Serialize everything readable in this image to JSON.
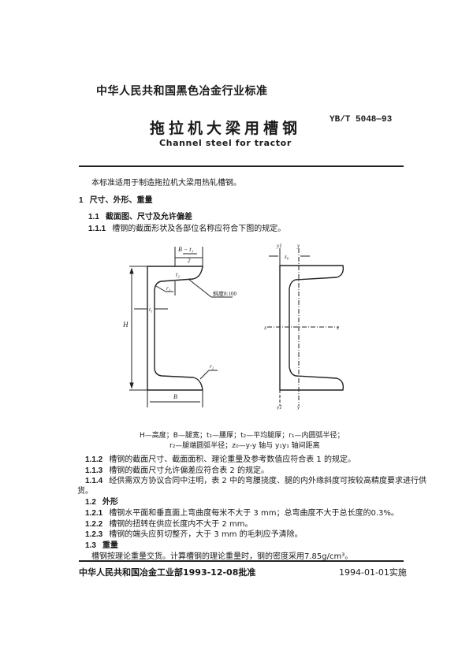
{
  "header": {
    "organization": "中华人民共和国黑色冶金行业标准",
    "title": "拖拉机大梁用槽钢",
    "standard_number": "YB/T 5048—93",
    "english_title": "Channel steel for tractor"
  },
  "body": {
    "intro": "本标准适用于制造拖拉机大梁用热轧槽钢。",
    "section_1": {
      "number": "1",
      "title": "尺寸、外形、重量"
    },
    "section_1_1": {
      "number": "1.1",
      "title": "截面图、尺寸及允许偏差"
    },
    "clause_1_1_1": {
      "number": "1.1.1",
      "text": "槽钢的截面形状及各部位名称应符合下图的规定。"
    },
    "figure": {
      "left_labels": {
        "half_width": "B − t₁",
        "half_den": "2",
        "t2": "t₂",
        "r1": "r₁",
        "slope": "斜度8:100",
        "t1": "t₁",
        "H": "H",
        "B": "B",
        "r2": "r₂"
      },
      "right_labels": {
        "y1_top": "y1",
        "y_top": "y",
        "z0": "z₀",
        "x_left": "x",
        "x_right": "x",
        "y1_bottom": "y1",
        "y_bottom": "y"
      },
      "caption_line1": "H—高度；B—腿宽；t₁—腰厚；t₂—平均腿厚；r₁—内圆弧半径；",
      "caption_line2": "r₂—腿端圆弧半径；z₀—y-y 轴与 y₁y₁ 轴间距离"
    },
    "clause_1_1_2": {
      "number": "1.1.2",
      "text": "槽钢的截面尺寸、截面面积、理论重量及参考数值应符合表 1 的规定。"
    },
    "clause_1_1_3": {
      "number": "1.1.3",
      "text": "槽钢的截面尺寸允许偏差应符合表 2 的规定。"
    },
    "clause_1_1_4": {
      "number": "1.1.4",
      "text": "经供需双方协议合同中注明，表 2 中的弯腰挠度、腿的内外缘斜度可按较高精度要求进行供",
      "text_cont": "货。"
    },
    "section_1_2": {
      "number": "1.2",
      "title": "外形"
    },
    "clause_1_2_1": {
      "number": "1.2.1",
      "text": "槽钢水平面和垂直面上弯曲度每米不大于 3 mm；总弯曲度不大于总长度的0.3%。"
    },
    "clause_1_2_2": {
      "number": "1.2.2",
      "text": "槽钢的扭转在供应长度内不大于 2 mm。"
    },
    "clause_1_2_3": {
      "number": "1.2.3",
      "text": "槽钢的端头应剪切整齐，大于 3 mm 的毛刺应予清除。"
    },
    "section_1_3": {
      "number": "1.3",
      "title": "重量"
    },
    "clause_1_3_text": "槽钢按理论重量交货。计算槽钢的理论重量时，钢的密度采用7.85g/cm³。"
  },
  "footer": {
    "approval": "中华人民共和国冶金工业部1993-12-08批准",
    "effective": "1994-01-01实施"
  }
}
